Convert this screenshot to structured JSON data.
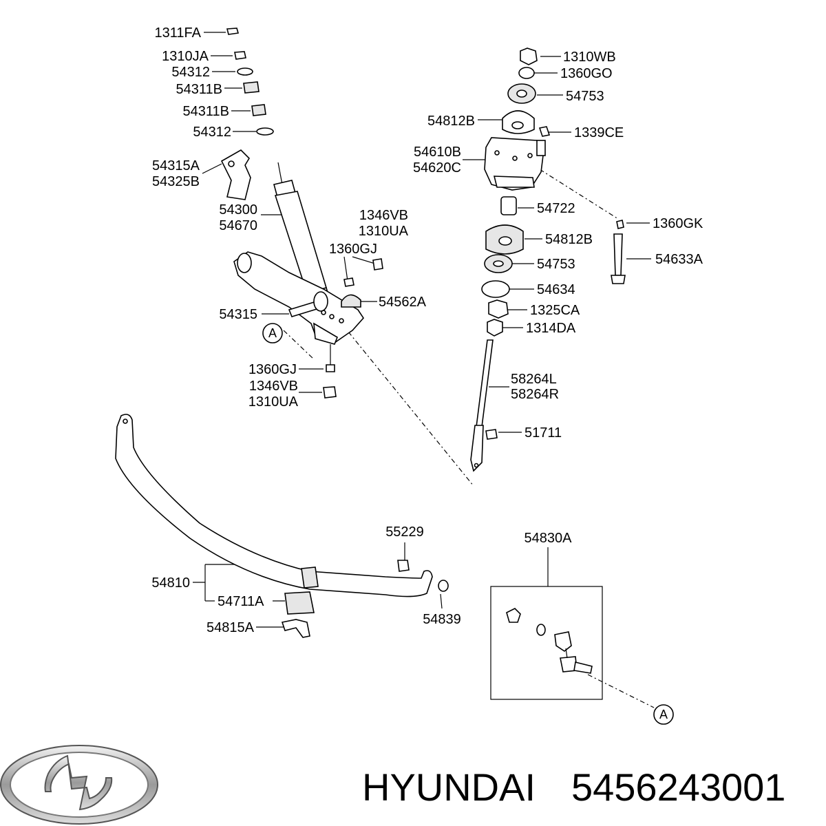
{
  "brand": {
    "name": "HYUNDAI",
    "part_number": "5456243001"
  },
  "callout": "A",
  "labels": {
    "l1311fa": "1311FA",
    "l1310ja": "1310JA",
    "l54312a": "54312",
    "l54311ba": "54311B",
    "l54311bb": "54311B",
    "l54312b": "54312",
    "l54315a": "54315A",
    "l54325b": "54325B",
    "l54300": "54300",
    "l54670": "54670",
    "l1346vba": "1346VB",
    "l1310uaa": "1310UA",
    "l1360gja": "1360GJ",
    "l54562a": "54562A",
    "l54315": "54315",
    "l1360gjb": "1360GJ",
    "l1346vbb": "1346VB",
    "l1310uab": "1310UA",
    "l1310wb": "1310WB",
    "l1360go": "1360GO",
    "l54753a": "54753",
    "l54812ba": "54812B",
    "l1339ce": "1339CE",
    "l54610b": "54610B",
    "l54620c": "54620C",
    "l54722": "54722",
    "l1360gk": "1360GK",
    "l54812bb": "54812B",
    "l54633a": "54633A",
    "l54753b": "54753",
    "l54634": "54634",
    "l1325ca": "1325CA",
    "l1314da": "1314DA",
    "l58264l": "58264L",
    "l58264r": "58264R",
    "l51711": "51711",
    "l55229": "55229",
    "l54830a": "54830A",
    "l54810": "54810",
    "l54711a": "54711A",
    "l54839": "54839",
    "l54815a": "54815A"
  }
}
